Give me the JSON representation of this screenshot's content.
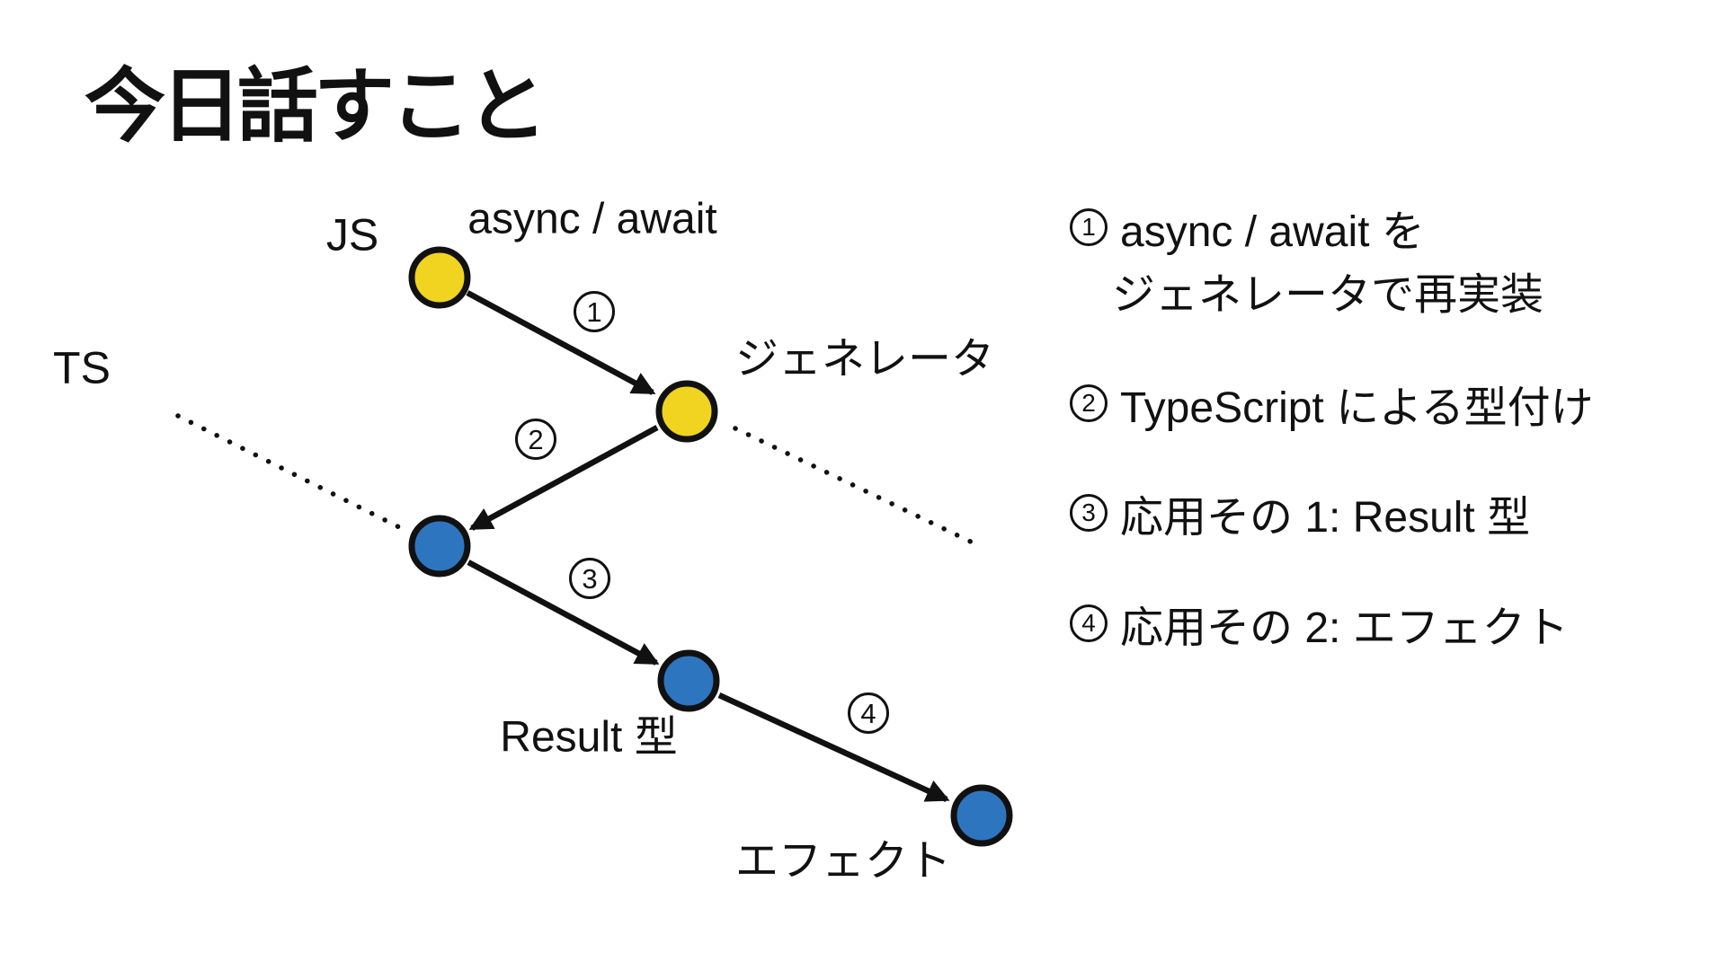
{
  "slide": {
    "title": "今日話すこと"
  },
  "colors": {
    "yellow": "#F0D41F",
    "blue": "#2E75C0",
    "ink": "#111111"
  },
  "diagram": {
    "lanes": {
      "js": "JS",
      "ts": "TS"
    },
    "node_labels": {
      "async_await": "async / await",
      "generator": "ジェネレータ",
      "result_type": "Result 型",
      "effect": "エフェクト"
    },
    "step_markers": {
      "s1": "1",
      "s2": "2",
      "s3": "3",
      "s4": "4"
    }
  },
  "agenda": {
    "items": [
      {
        "number": "1",
        "text": "async / await を",
        "text2": "ジェネレータで再実装"
      },
      {
        "number": "2",
        "text": "TypeScript による型付け"
      },
      {
        "number": "3",
        "text": "応用その 1: Result 型"
      },
      {
        "number": "4",
        "text": "応用その 2: エフェクト"
      }
    ]
  }
}
